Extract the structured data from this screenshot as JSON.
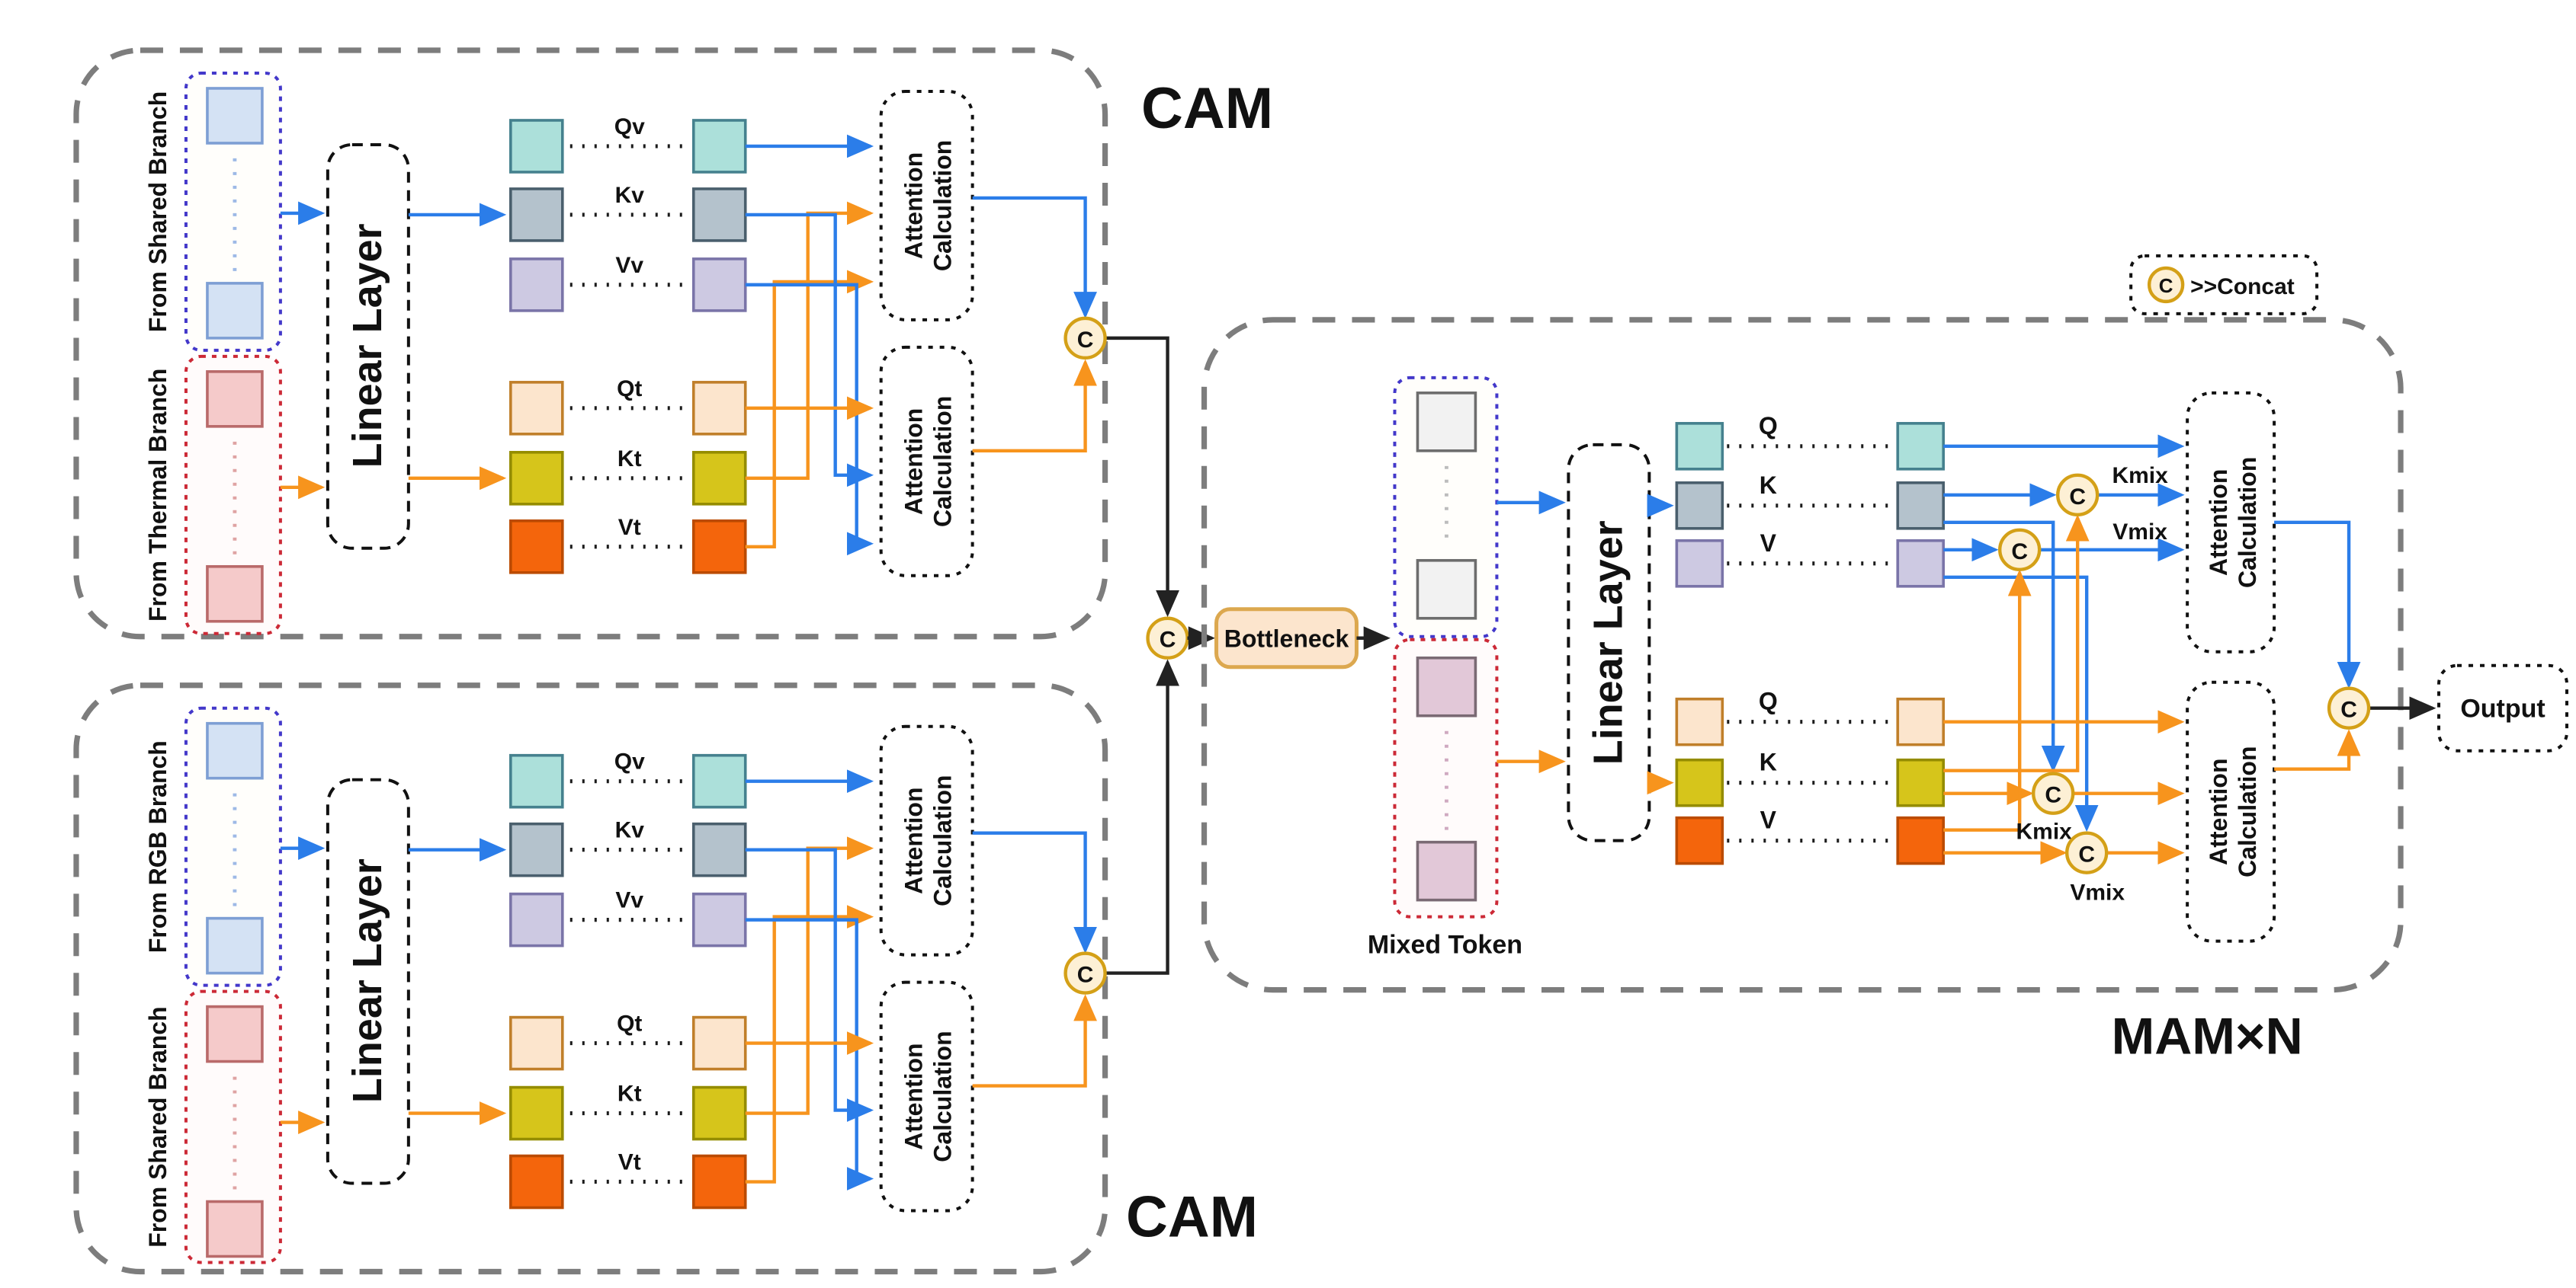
{
  "legend": {
    "symbol": "C",
    "label": ">>Concat"
  },
  "cam_top": {
    "title": "CAM",
    "branch_top": "From Shared Branch",
    "branch_bottom": "From Thermal Branch",
    "linear_layer": "Linear Layer",
    "q_top": "Qv",
    "k_top": "Kv",
    "v_top": "Vv",
    "q_bottom": "Qt",
    "k_bottom": "Kt",
    "v_bottom": "Vt",
    "attention_line1": "Attention",
    "attention_line2": "Calculation"
  },
  "cam_bottom": {
    "title": "CAM",
    "branch_top": "From RGB Branch",
    "branch_bottom": "From Shared Branch",
    "linear_layer": "Linear Layer",
    "q_top": "Qv",
    "k_top": "Kv",
    "v_top": "Vv",
    "q_bottom": "Qt",
    "k_bottom": "Kt",
    "v_bottom": "Vt",
    "attention_line1": "Attention",
    "attention_line2": "Calculation"
  },
  "center": {
    "bottleneck": "Bottleneck"
  },
  "mam": {
    "title": "MAM×N",
    "mixed_token": "Mixed Token",
    "linear_layer": "Linear Layer",
    "q": "Q",
    "k": "K",
    "v": "V",
    "kmix": "Kmix",
    "vmix": "Vmix",
    "attention_line1": "Attention",
    "attention_line2": "Calculation",
    "output": "Output"
  },
  "colors": {
    "arrow-blue": "#2b7de9",
    "arrow-orange": "#f7941d",
    "arrow-black": "#222222",
    "group-blue": "#4338ca",
    "group-red": "#cc2936",
    "container-gray": "#7d7d7d",
    "concat-fill": "#fdf0d5",
    "concat-stroke": "#d4a017",
    "bottleneck-fill": "#fce5cd",
    "bottleneck-stroke": "#dca84f",
    "token-blue": "#d4e2f4",
    "token-pink": "#f5caca",
    "token-white": "#f2f2f2",
    "token-mauve": "#e2c8d8",
    "q-teal": "#ace0da",
    "k-slate": "#b4c2cc",
    "v-lavender": "#cdc9e2",
    "q-peach": "#fce5cd",
    "k-yellow": "#d6c51b",
    "v-orange": "#f4650c"
  }
}
